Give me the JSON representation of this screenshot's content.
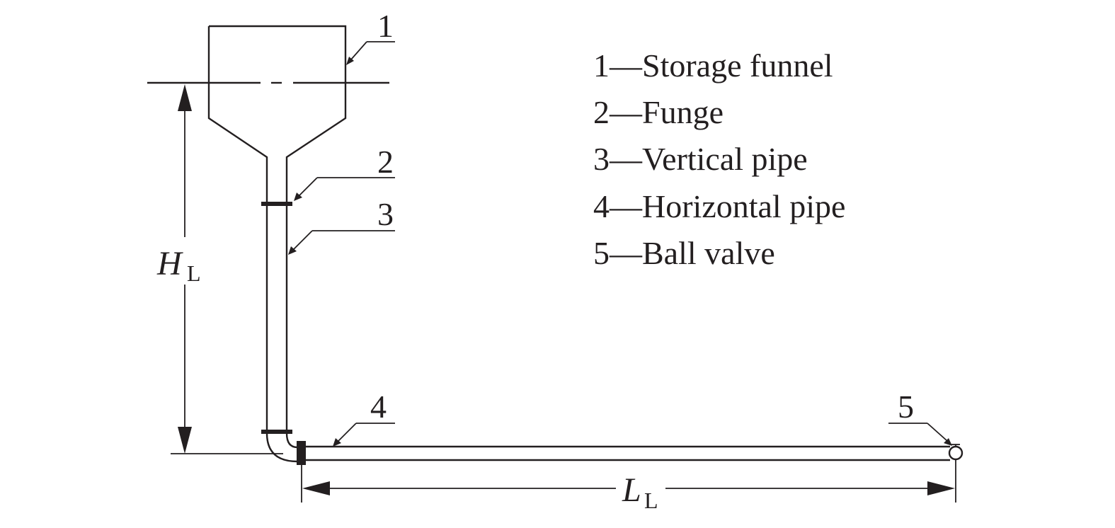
{
  "legend": [
    {
      "number": "1",
      "label": "Storage funnel"
    },
    {
      "number": "2",
      "label": "Funge"
    },
    {
      "number": "3",
      "label": "Vertical pipe"
    },
    {
      "number": "4",
      "label": "Horizontal pipe"
    },
    {
      "number": "5",
      "label": "Ball valve"
    }
  ],
  "legend_separator": "—",
  "callouts": [
    "1",
    "2",
    "3",
    "4",
    "5"
  ],
  "dimensions": {
    "height": {
      "var": "H",
      "sub": "L"
    },
    "length": {
      "var": "L",
      "sub": "L"
    }
  }
}
